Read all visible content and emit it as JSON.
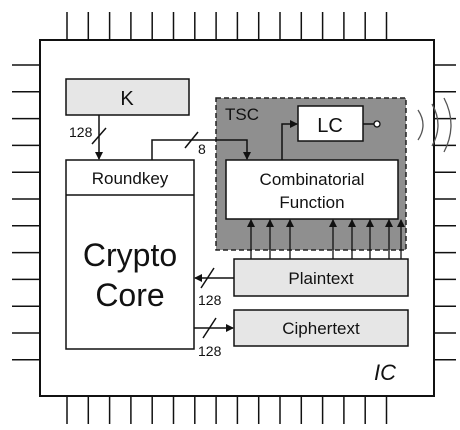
{
  "chip_label": "IC",
  "blocks": {
    "k": "K",
    "roundkey": "Roundkey",
    "crypto_core": [
      "Crypto",
      "Core"
    ],
    "tsc": "TSC",
    "lc": "LC",
    "combinatorial_function": [
      "Combinatorial",
      "Function"
    ],
    "plaintext": "Plaintext",
    "ciphertext": "Ciphertext"
  },
  "bus_widths": {
    "key_to_roundkey": "128",
    "roundkey_to_tsc": "8",
    "plaintext_bus": "128",
    "ciphertext_bus": "128"
  },
  "colors": {
    "tsc_fill": "#8f8f8f",
    "block_fill": "#e6e6e6",
    "line": "#111111"
  }
}
